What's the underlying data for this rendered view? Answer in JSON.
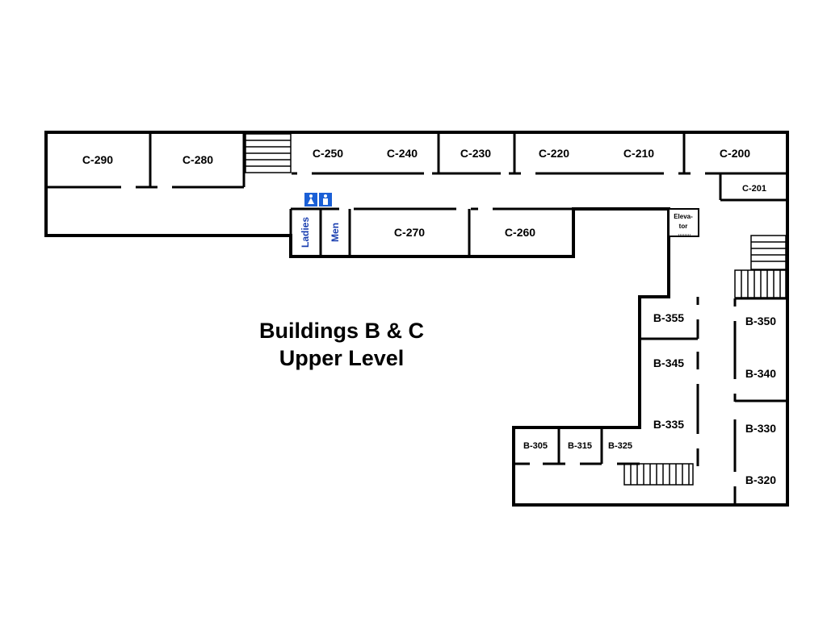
{
  "title": {
    "line1": "Buildings B & C",
    "line2": "Upper Level"
  },
  "rooms": {
    "c290": "C-290",
    "c280": "C-280",
    "c250": "C-250",
    "c240": "C-240",
    "c230": "C-230",
    "c220": "C-220",
    "c210": "C-210",
    "c200": "C-200",
    "c201": "C-201",
    "c270": "C-270",
    "c260": "C-260",
    "b355": "B-355",
    "b345": "B-345",
    "b335": "B-335",
    "b350": "B-350",
    "b340": "B-340",
    "b330": "B-330",
    "b320": "B-320",
    "b305": "B-305",
    "b315": "B-315",
    "b325": "B-325"
  },
  "restrooms": {
    "ladies": "Ladies",
    "men": "Men"
  },
  "elevator": {
    "line1": "Eleva-",
    "line2": "tor"
  },
  "colors": {
    "wall": "#000000",
    "restroom_sign": "#1a5fd6",
    "restroom_text": "#1a3fb0"
  },
  "icons": [
    "restroom-icon",
    "stairs-icon",
    "elevator-icon"
  ]
}
